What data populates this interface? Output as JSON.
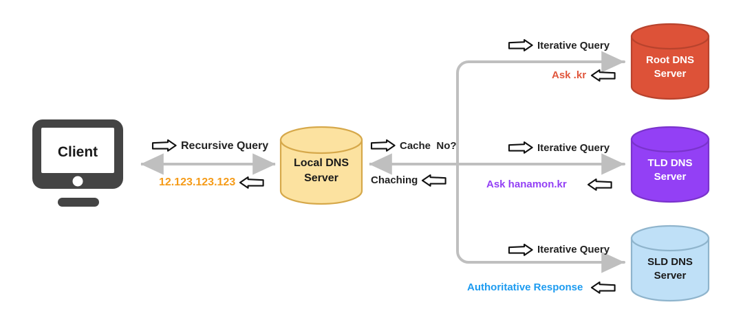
{
  "diagram": {
    "title": "DNS Resolution Flow",
    "background": "#ffffff"
  },
  "colors": {
    "client_body": "#444444",
    "local_dns_fill": "#FCE2A0",
    "local_dns_stroke": "#D6A84A",
    "root_fill": "#DD5238",
    "root_stroke": "#B8432D",
    "tld_fill": "#9340F5",
    "tld_stroke": "#7A33CC",
    "sld_fill": "#BFE0F7",
    "sld_stroke": "#8FB4CC",
    "connector": "#BFBFBF",
    "label_dark": "#222222",
    "ip_orange": "#F59B18",
    "ask_kr_red": "#E0563C",
    "ask_hanamon_purple": "#9340F5",
    "authoritative_blue": "#1C9BF0",
    "node_text_light": "#FFFFFF"
  },
  "nodes": {
    "client": {
      "label": "Client",
      "text_color": "#1A1A1A"
    },
    "local_dns": {
      "label": "Local DNS\nServer",
      "text_color": "#1A1A1A"
    },
    "root_dns": {
      "label": "Root DNS\nServer",
      "text_color": "#FFFFFF"
    },
    "tld_dns": {
      "label": "TLD DNS\nServer",
      "text_color": "#FFFFFF"
    },
    "sld_dns": {
      "label": "SLD DNS\nServer",
      "text_color": "#1A1A1A"
    }
  },
  "edges": {
    "client_to_local": {
      "above_label": "Recursive Query",
      "above_color": "#222222",
      "below_label": "12.123.123.123",
      "below_color": "#F59B18",
      "arrow_style": "bidirectional"
    },
    "local_to_branch": {
      "above_label": "Cache  No?",
      "above_color": "#222222",
      "below_label": "Chaching",
      "below_color": "#222222",
      "arrow_style": "left"
    },
    "branch_to_root": {
      "above_label": "Iterative Query",
      "above_color": "#222222",
      "below_label": "Ask .kr",
      "below_color": "#E0563C",
      "arrow_style": "right"
    },
    "branch_to_tld": {
      "above_label": "Iterative Query",
      "above_color": "#222222",
      "below_label": "Ask hanamon.kr",
      "below_color": "#9340F5",
      "arrow_style": "right"
    },
    "branch_to_sld": {
      "above_label": "Iterative Query",
      "above_color": "#222222",
      "below_label": "Authoritative Response",
      "below_color": "#1C9BF0",
      "arrow_style": "right"
    }
  },
  "glyphs": {
    "block_arrow_right": "block-arrow-right-icon",
    "block_arrow_left": "block-arrow-left-icon"
  }
}
